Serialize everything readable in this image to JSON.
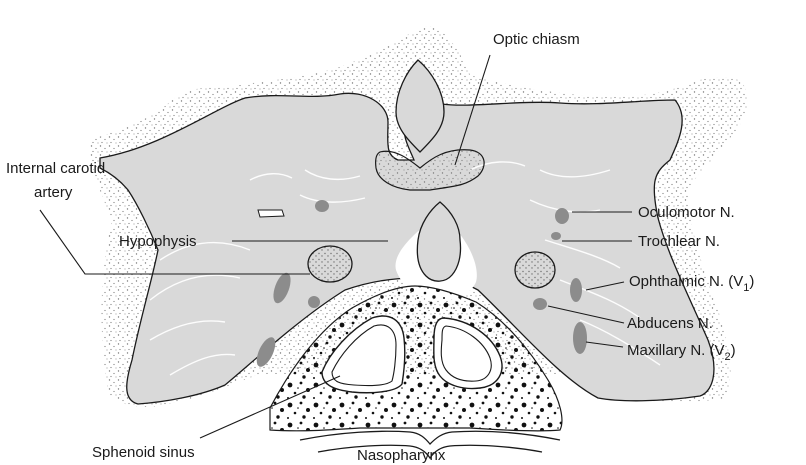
{
  "labels": {
    "optic_chiasm": "Optic chiasm",
    "internal_carotid_line1": "Internal carotid",
    "internal_carotid_line2": "artery",
    "hypophysis": "Hypophysis",
    "oculomotor": "Oculomotor N.",
    "trochlear": "Trochlear N.",
    "ophthalmic_main": "Ophthalmic N. (V",
    "ophthalmic_sub": "1",
    "ophthalmic_close": ")",
    "abducens": "Abducens N.",
    "maxillary_main": "Maxillary N. (V",
    "maxillary_sub": "2",
    "maxillary_close": ")",
    "sphenoid_sinus": "Sphenoid sinus",
    "nasopharynx": "Nasopharynx"
  },
  "colors": {
    "tissue": "#d9d9d9",
    "nerve": "#8c8c8c",
    "outline": "#1a1a1a",
    "stipple": "#7a7a7a"
  }
}
